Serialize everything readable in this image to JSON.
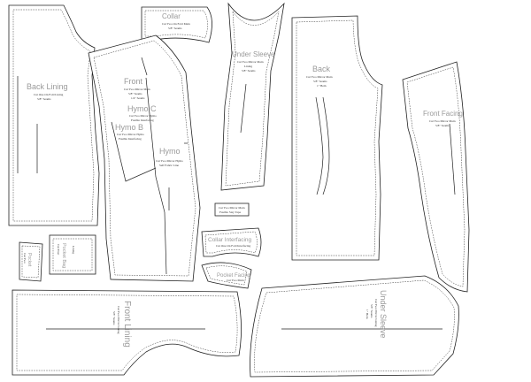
{
  "pieces": {
    "back_lining": {
      "name": "Back Lining",
      "lines": [
        "Cut One On Fold Lining",
        "5/8\" Seams"
      ]
    },
    "collar": {
      "name": "Collar",
      "lines": [
        "Cut Two On Fold Main",
        "5/8\" Seams"
      ]
    },
    "front": {
      "name": "Front",
      "lines": [
        "Cut Two Mirror Main",
        "5/8\" Seams",
        "1/4\" Seams"
      ]
    },
    "hymo_c": {
      "name": "Hymo C",
      "lines": [
        "Cut Two Mirror Hymo",
        "Fusible Interfacing"
      ]
    },
    "hymo_b": {
      "name": "Hymo B",
      "lines": [
        "Cut Two Mirror Hymo",
        "Fusible Interfacing"
      ]
    },
    "hymo": {
      "name": "Hymo",
      "lines": [
        "Cut Two Mirror Hymo",
        "Self Fabric Line"
      ]
    },
    "under_sleeve_top": {
      "name": "Under Sleeve",
      "lines": [
        "Cut Two Mirror Main",
        "Lining",
        "5/8\" Seams"
      ]
    },
    "back": {
      "name": "Back",
      "lines": [
        "Cut Two Mirror Main",
        "5/8\" Seams",
        "1\" Hem"
      ]
    },
    "front_facing": {
      "name": "Front Facing",
      "lines": [
        "Cut Two Mirror Main",
        "5/8\" Seams"
      ]
    },
    "collar_interfacing": {
      "name": "Collar Interfacing",
      "lines": [
        "Cut One On Fold Interfacing"
      ]
    },
    "pocket_facing": {
      "name": "Pocket Facing",
      "lines": [
        "Cut Two Main"
      ]
    },
    "tag_strip": {
      "name": "",
      "lines": [
        "Cut Two Mirror Main",
        "Fusible Stay Tape"
      ]
    },
    "pocket_bag_a": {
      "name": "Pocket",
      "lines": [
        "Cut Two"
      ]
    },
    "pocket_bag_b": {
      "name": "Pocket Bag",
      "lines": [
        "Cut Four",
        "Lining"
      ]
    },
    "front_lining": {
      "name": "Front Lining",
      "lines": [
        "Cut Two Mirror Lining",
        "5/8\" Seams"
      ]
    },
    "under_sleeve_bottom": {
      "name": "Under Sleeve",
      "lines": [
        "Cut Two Mirror Lining",
        "5/8\" Seams",
        "1\" Hem"
      ]
    }
  }
}
